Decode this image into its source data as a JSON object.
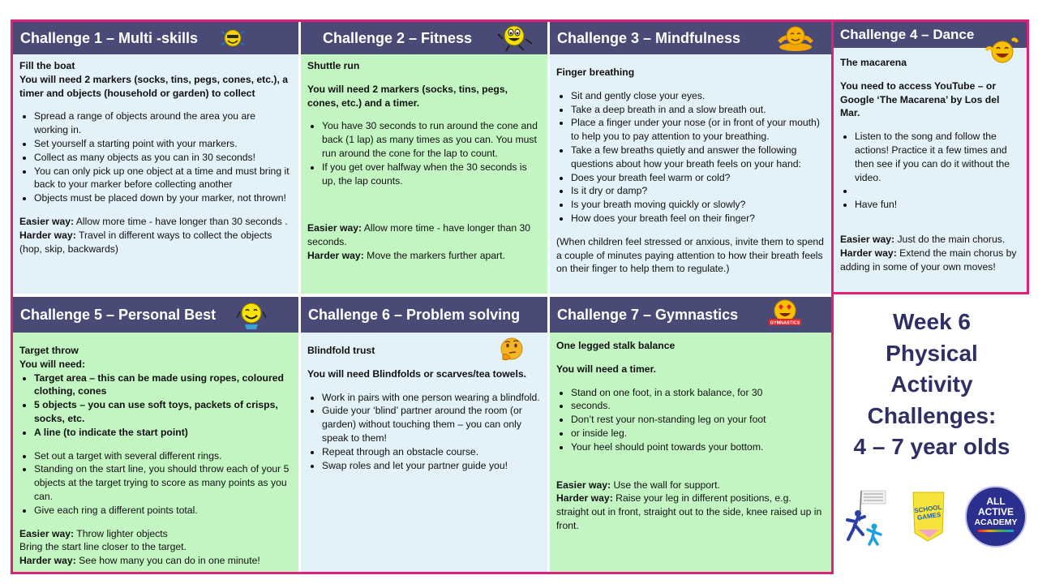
{
  "cards": [
    {
      "header": "Challenge 1 – Multi -skills",
      "subtitle": "Fill the boat",
      "needs": "You will  need 2 markers (socks, tins, pegs, cones, etc.), a timer and objects (household or garden) to collect",
      "bullets": [
        "Spread a range of objects around the area you are working in.",
        "Set yourself a starting point with your markers.",
        "Collect as many objects as you can in 30 seconds!",
        "You can only pick up one object at a time and must bring it back to your marker before collecting another",
        "Objects must be placed down by your marker, not thrown!"
      ],
      "easier_label": "Easier way:",
      "easier": "  Allow more time - have longer than 30 seconds .",
      "harder_label": "Harder way:",
      "harder": " Travel in different ways to collect the objects (hop, skip, backwards)"
    },
    {
      "header": "Challenge 2 – Fitness",
      "subtitle": "Shuttle run",
      "needs": "You will  need 2 markers (socks, tins, pegs, cones, etc.) and a timer.",
      "bullets": [
        "You have 30 seconds to run around the cone and back (1 lap) as many times as you can. You must run around the cone for the lap to count.",
        "If you get over halfway when the 30 seconds is up, the lap counts."
      ],
      "easier_label": "Easier way:",
      "easier": "  Allow more time - have longer than 30 seconds.",
      "harder_label": "Harder way:",
      "harder": " Move the markers further apart."
    },
    {
      "header": "Challenge 3 – Mindfulness",
      "subtitle": "Finger breathing",
      "bullets": [
        "Sit and gently close your eyes.",
        "Take a deep breath in and a slow breath out.",
        "Place a finger under your nose (or in front of your mouth) to help you to pay attention to your breathing.",
        "Take a few breaths quietly and answer the following questions about how your breath feels on your hand:",
        "Does your breath feel warm or cold?",
        "Is it dry or damp?",
        "Is your breath moving quickly or slowly?",
        "How does your breath feel on their finger?"
      ],
      "note": "(When children feel stressed or anxious, invite them to spend a couple of minutes paying attention to how their breath feels on their finger to help them to regulate.)"
    },
    {
      "header": "Challenge 4 – Dance",
      "subtitle": "The macarena",
      "needs": "You need to access YouTube – or Google ‘The Macarena’ by Los del Mar.",
      "bullets": [
        "Listen to the song and follow the actions! Practice it a few times and then see if you can do it without the video.",
        "",
        "Have fun!"
      ],
      "easier_label": "Easier way:",
      "easier": "  Just do the main chorus.",
      "harder_label": "Harder way:",
      "harder": " Extend the main chorus by adding in some of your own moves!"
    },
    {
      "header": "Challenge 5 – Personal Best",
      "subtitle": "Target throw",
      "needs": "You will need:",
      "bold_bullets": [
        "Target area – this can be made using ropes, coloured clothing, cones",
        "5 objects – you can use soft toys, packets of crisps, socks, etc.",
        "A line (to indicate the start point)"
      ],
      "bullets": [
        "Set out a target with several different rings.",
        "Standing on the start line, you should throw each of your 5 objects at the target trying to score as many points as you can.",
        "Give each ring a different points total."
      ],
      "easier_label": "Easier way:",
      "easier": " Throw lighter objects",
      "easier_extra": "Bring the start line closer to the target.",
      "harder_label": "Harder way:",
      "harder": " See how many you can do in one minute!"
    },
    {
      "header": "Challenge 6 – Problem solving",
      "subtitle": "Blindfold trust",
      "needs": "You will  need Blindfolds or scarves/tea towels.",
      "bullets": [
        "Work in pairs with one person wearing a blindfold.",
        "Guide your ‘blind’ partner around the room (or garden) without touching them – you can only speak to them!",
        "Repeat through an obstacle course.",
        "Swap roles and let your partner guide you!"
      ]
    },
    {
      "header": "Challenge 7 – Gymnastics",
      "subtitle": "One legged stalk balance",
      "needs": "You will  need a timer.",
      "bullets": [
        "Stand on one foot, in a stork balance, for 30",
        "seconds.",
        "Don’t rest your non-standing leg on your foot",
        "or inside leg.",
        "Your heel should point towards your bottom."
      ],
      "easier_label": "Easier way:",
      "easier": "  Use the wall for support.",
      "harder_label": "Harder way:",
      "harder": " Raise your leg in different positions,  e.g. straight out in front, straight out to the side, knee raised up in front."
    }
  ],
  "title": {
    "lines": [
      "Week 6",
      "Physical",
      "Activity",
      "Challenges:",
      "4 – 7 year olds"
    ]
  },
  "logos": {
    "school_games": "SCHOOL GAMES",
    "academy_line1": "ALL",
    "academy_line2": "ACTIVE",
    "academy_line3": "ACADEMY",
    "gymnastics_badge": "GYMNASTICS"
  },
  "colors": {
    "header": "#4a4a76",
    "blue_panel": "#e3f1f8",
    "green_panel": "#c3f5c3",
    "frame": "#e0207a",
    "title": "#2f2f66"
  }
}
